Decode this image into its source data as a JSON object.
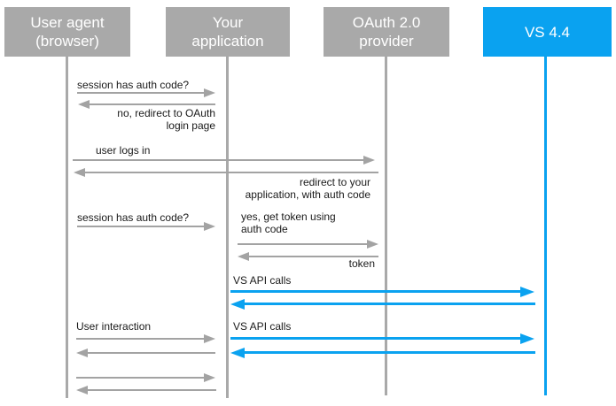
{
  "diagram": {
    "type": "sequence-diagram",
    "colors": {
      "gray": "#a9a9a9",
      "arrow_gray": "#a3a3a3",
      "blue": "#0aa2f0",
      "text": "#1a1a1a",
      "background": "#ffffff"
    },
    "actors": [
      {
        "id": "user-agent",
        "label": "User agent\n(browser)"
      },
      {
        "id": "your-application",
        "label": "Your\napplication"
      },
      {
        "id": "oauth-provider",
        "label": "OAuth 2.0\nprovider"
      },
      {
        "id": "vs-44",
        "label": "VS 4.4"
      }
    ],
    "messages": [
      {
        "from": "user-agent",
        "to": "your-application",
        "label": "session has auth code?"
      },
      {
        "from": "your-application",
        "to": "user-agent",
        "label": "no, redirect to OAuth\nlogin page"
      },
      {
        "from": "user-agent",
        "to": "oauth-provider",
        "label": "user logs in"
      },
      {
        "from": "oauth-provider",
        "to": "user-agent",
        "label": "redirect to your\napplication, with auth code"
      },
      {
        "from": "user-agent",
        "to": "your-application",
        "label": "session has auth code?"
      },
      {
        "from": "your-application",
        "to": "oauth-provider",
        "label": "yes, get token using\nauth code"
      },
      {
        "from": "oauth-provider",
        "to": "your-application",
        "label": "token"
      },
      {
        "from": "your-application",
        "to": "vs-44",
        "label": "VS API calls"
      },
      {
        "from": "vs-44",
        "to": "your-application",
        "label": ""
      },
      {
        "from": "user-agent",
        "to": "your-application",
        "label": "User interaction"
      },
      {
        "from": "your-application",
        "to": "vs-44",
        "label": "VS API calls"
      },
      {
        "from": "your-application",
        "to": "user-agent",
        "label": ""
      },
      {
        "from": "vs-44",
        "to": "your-application",
        "label": ""
      },
      {
        "from": "user-agent",
        "to": "your-application",
        "label": ""
      },
      {
        "from": "your-application",
        "to": "user-agent",
        "label": ""
      }
    ]
  }
}
